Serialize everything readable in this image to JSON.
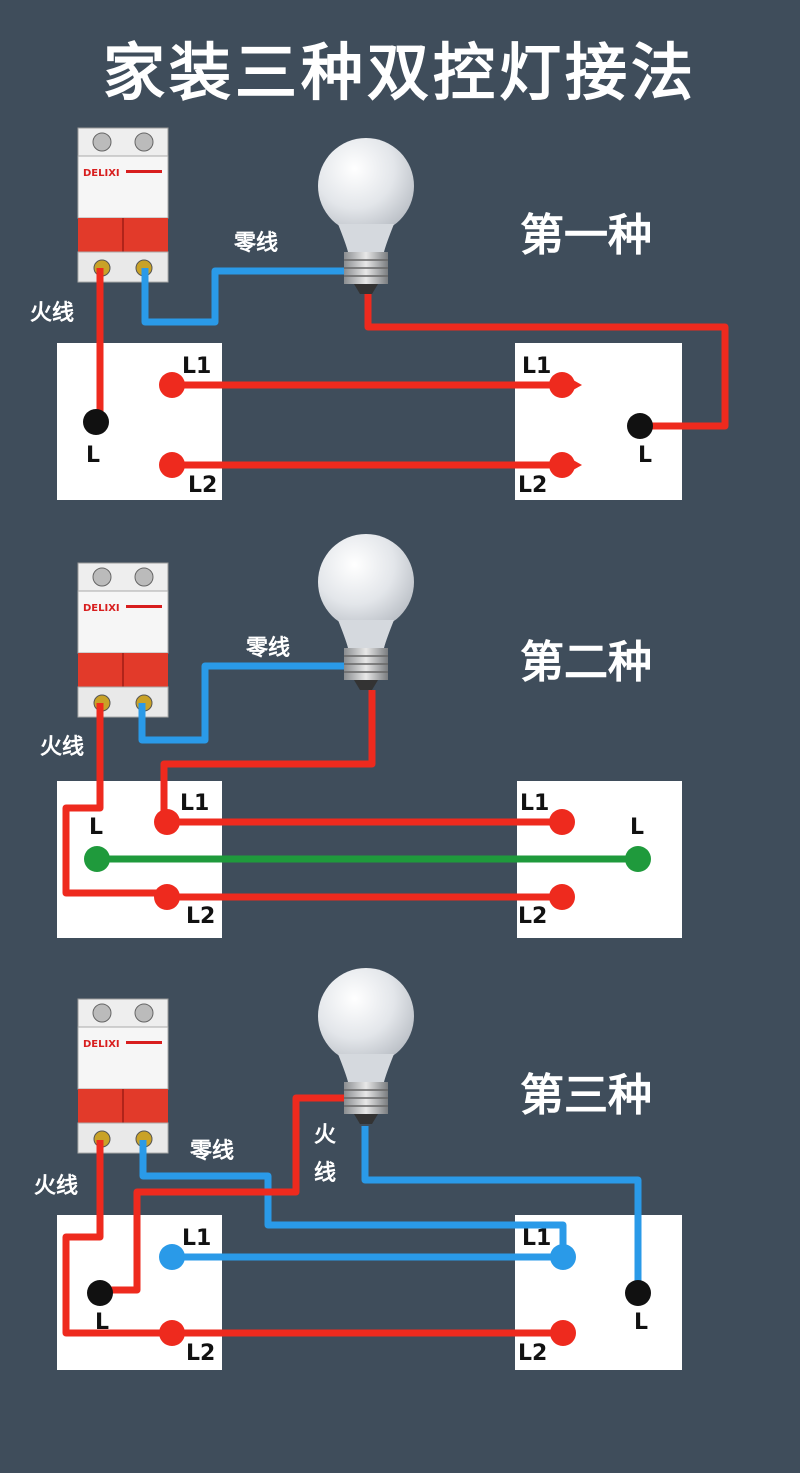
{
  "title": "家装三种双控灯接法",
  "labels": {
    "live": "火线",
    "neutral": "零线",
    "brand": "DELIXI",
    "term_l": "L",
    "term_l1": "L1",
    "term_l2": "L2",
    "live_char1": "火",
    "live_char2": "线"
  },
  "variants": [
    "第一种",
    "第二种",
    "第三种"
  ],
  "colors": {
    "background": "#3f4d5b",
    "live_wire": "#ee2a1e",
    "neutral_wire": "#2a9ae8",
    "bridge_wire": "#1f9a3c",
    "switch_plate": "#ffffff",
    "breaker_handle": "#e23a2a"
  },
  "icons": [
    "bulb-icon",
    "breaker-icon",
    "switch-plate"
  ]
}
